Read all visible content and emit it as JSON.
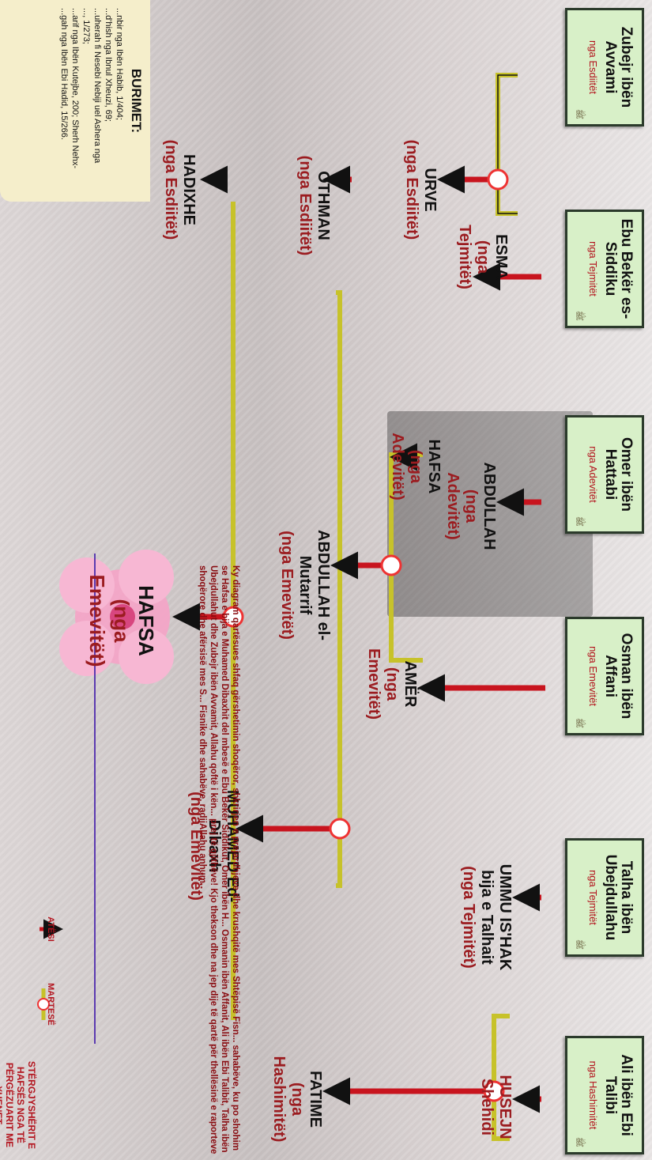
{
  "parents": [
    {
      "id": "zubejr",
      "name": "Zubejr ibën Avvami",
      "family": "nga Esdiitët",
      "seal": "ﷺ"
    },
    {
      "id": "ebubeker",
      "name": "Ebu Bekër es-Siddiku",
      "family": "nga Tejmitët",
      "seal": "ﷺ"
    },
    {
      "id": "omer",
      "name": "Omer ibën Hattabi",
      "family": "nga Adevitët",
      "seal": "ﷺ"
    },
    {
      "id": "osman",
      "name": "Osman ibën Affani",
      "family": "nga Emevitët",
      "seal": "ﷺ"
    },
    {
      "id": "talha",
      "name": "Talha ibën Ubejdullahu",
      "family": "nga Tejmitët",
      "seal": "ﷺ"
    },
    {
      "id": "ali",
      "name": "Ali ibën Ebi Talibi",
      "family": "nga Hashimitët",
      "seal": "ﷺ"
    }
  ],
  "people": {
    "esma": {
      "name": "ESMA",
      "family": "(nga Tejmitët)"
    },
    "urve": {
      "name": "URVE",
      "family": "(nga Esdiitët)"
    },
    "othman": {
      "name": "OTHMAN",
      "family": "(nga Esdiitët)"
    },
    "hadixhe": {
      "name": "HADIXHE",
      "family": "(nga Esdiitët)"
    },
    "abdullah1": {
      "name": "ABDULLAH",
      "family": "(nga Adevitët)"
    },
    "hafsa1": {
      "name": "HAFSA",
      "family": "(nga Adevitët)"
    },
    "amer": {
      "name": "AMËR",
      "family": "(nga Emevitët)"
    },
    "abdullah2": {
      "name": "ABDULLAH el-Mutarrif",
      "family": "(nga Emevitët)"
    },
    "muhamed": {
      "name": "MUHAMED Ed-Dibaxh",
      "family": "(nga Emevitët)"
    },
    "ummu": {
      "name": "UMMU IS'HAK bija e Talhait",
      "family": "(nga Tejmitët)"
    },
    "fatime": {
      "name": "FATIME",
      "family": "(nga Hashimitët)"
    },
    "husejn": {
      "name": "HUSEJN Shehidi",
      "family": ""
    },
    "hafsa2": {
      "name": "HAFSA",
      "family": "(nga Emevitët)"
    }
  },
  "sources": {
    "title": "BURIMET:",
    "text": "...nbir nga Ibën Habib, 1/404;\n...d'hish nga Ibnul Xheuzi, 69;\n...uherah fi Nesebi Nebiji uel Ashera nga\n..., 1/273;\n...arif nga Ibën Kutejbe, 200; Sherh Nehx-\n...gah nga Ibën Ebi Hadid, 15/266."
  },
  "description": "Ky diagram qartësues shfaq gërshetimin shoqëror, shkrirjen e prejardhjeve dhe krushqitë mes Shtëpisë Fisn... sahabëve, ku po shohim se Hafsa e bija e Muhamed Dibaxhit del mbesë e Ebu Bekër Siddikut, Omer ibën H... Osmanin ibën Affanit, Ali ibën Ebi Talibit, Talha ibën Ubejdullahut dhe Zubejr ibën Avvamit, Allahu qoftë i kën... prej të gjithëve! Kjo thekson dhe na jep dije të qartë për thellësinë e raporteve shoqërore dhe afërsisë mes S... Fisnike dhe sahabëve, radijAllahu anhum.",
  "legend": {
    "father": "ATËSI",
    "marriage": "MARTESË"
  },
  "title": "STËRGJYSHËRIT E HAFSËS NGA TË PËRGËZUARIT ME XHENET",
  "colors": {
    "box": "#d8f0c8",
    "arrow": "#c8141e",
    "marriage_line": "#c7c22a",
    "family_text": "#9b1c20"
  }
}
